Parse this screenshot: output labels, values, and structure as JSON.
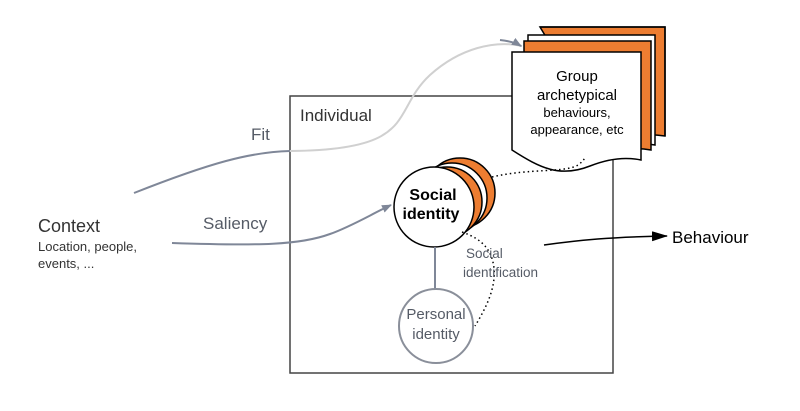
{
  "labels": {
    "individual": "Individual",
    "context": "Context",
    "context_sub_1": "Location, people,",
    "context_sub_2": "events, ...",
    "fit": "Fit",
    "saliency": "Saliency",
    "group_1": "Group",
    "group_2": "archetypical",
    "group_3": "behaviours,",
    "group_4": "appearance, etc",
    "social_1": "Social",
    "social_2": "identity",
    "identification_1": "Social",
    "identification_2": "identification",
    "personal_1": "Personal",
    "personal_2": "identity",
    "behaviour": "Behaviour"
  },
  "colors": {
    "accent": "#ED7D31",
    "grey_line": "#7F8798",
    "dark_line": "#444444",
    "text": "#333333",
    "light_grey": "#BBBBBB"
  }
}
